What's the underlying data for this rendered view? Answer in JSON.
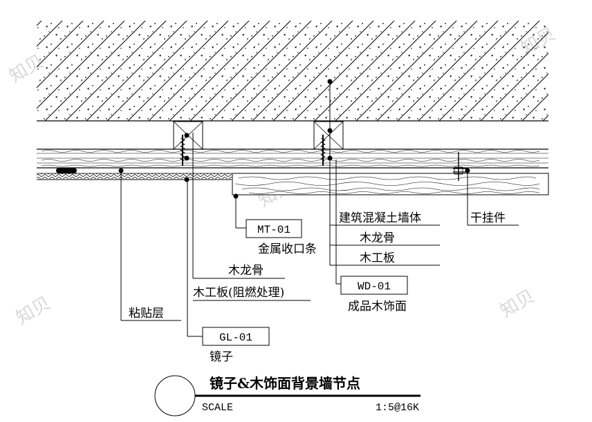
{
  "labels": {
    "wall": "建筑混凝土墙体",
    "keel_right": "木龙骨",
    "board_right": "木工板",
    "hanger": "干挂件",
    "metal_strip": "金属收口条",
    "keel_left": "木龙骨",
    "board_left": "木工板(阻燃处理)",
    "adhesive": "粘贴层",
    "mirror": "镜子",
    "wood_finish": "成品木饰面"
  },
  "codes": {
    "mt": "MT-01",
    "wd": "WD-01",
    "gl": "GL-01"
  },
  "title": {
    "main": "镜子&木饰面背景墙节点",
    "scale_label": "SCALE",
    "scale_value": "1:5@16K"
  },
  "watermark": "知贝",
  "colors": {
    "line": "#000000",
    "watermark": "#d8d8d8"
  }
}
